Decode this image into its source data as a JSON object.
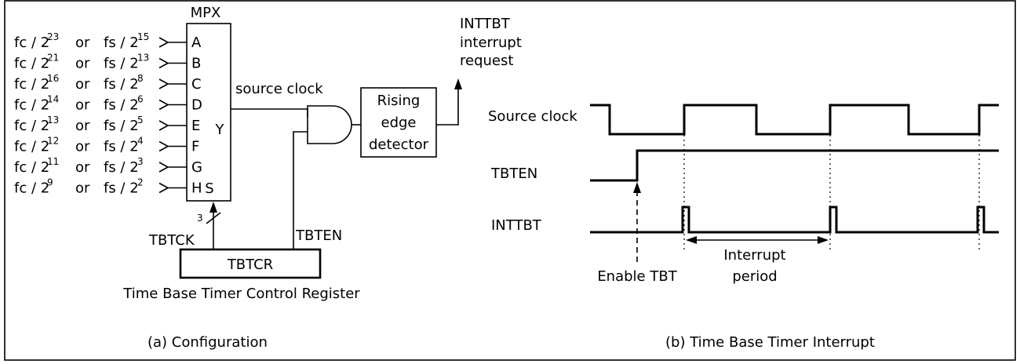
{
  "configuration": {
    "mpx_title": "MPX",
    "inputs": [
      {
        "fc": "fc / 2",
        "fc_exp": "23",
        "or": "or",
        "fs": "fs / 2",
        "fs_exp": "15",
        "pin": "A"
      },
      {
        "fc": "fc / 2",
        "fc_exp": "21",
        "or": "or",
        "fs": "fs / 2",
        "fs_exp": "13",
        "pin": "B"
      },
      {
        "fc": "fc / 2",
        "fc_exp": "16",
        "or": "or",
        "fs": "fs / 2",
        "fs_exp": "8",
        "pin": "C"
      },
      {
        "fc": "fc / 2",
        "fc_exp": "14",
        "or": "or",
        "fs": "fs / 2",
        "fs_exp": "6",
        "pin": "D"
      },
      {
        "fc": "fc / 2",
        "fc_exp": "13",
        "or": "or",
        "fs": "fs / 2",
        "fs_exp": "5",
        "pin": "E"
      },
      {
        "fc": "fc / 2",
        "fc_exp": "12",
        "or": "or",
        "fs": "fs / 2",
        "fs_exp": "4",
        "pin": "F"
      },
      {
        "fc": "fc / 2",
        "fc_exp": "11",
        "or": "or",
        "fs": "fs / 2",
        "fs_exp": "3",
        "pin": "G"
      },
      {
        "fc": "fc / 2",
        "fc_exp": "9",
        "or": "or",
        "fs": "fs / 2",
        "fs_exp": "2",
        "pin": "H"
      }
    ],
    "mpx_output_pin": "Y",
    "mpx_select_pin": "S",
    "source_clock_label": "source clock",
    "edge_detector_lines": [
      "Rising",
      "edge",
      "detector"
    ],
    "interrupt_lines": [
      "INTTBT",
      "interrupt",
      "request"
    ],
    "bus_width": "3",
    "tbtck_label": "TBTCK",
    "tbten_label": "TBTEN",
    "register_name": "TBTCR",
    "register_caption": "Time Base Timer Control  Register",
    "caption": "(a)    Configuration"
  },
  "timing": {
    "signals": [
      "Source clock",
      "TBTEN",
      "INTTBT"
    ],
    "enable_label": "Enable TBT",
    "interrupt_period_lines": [
      "Interrupt",
      "period"
    ],
    "caption": "(b)    Time Base Timer Interrupt"
  }
}
